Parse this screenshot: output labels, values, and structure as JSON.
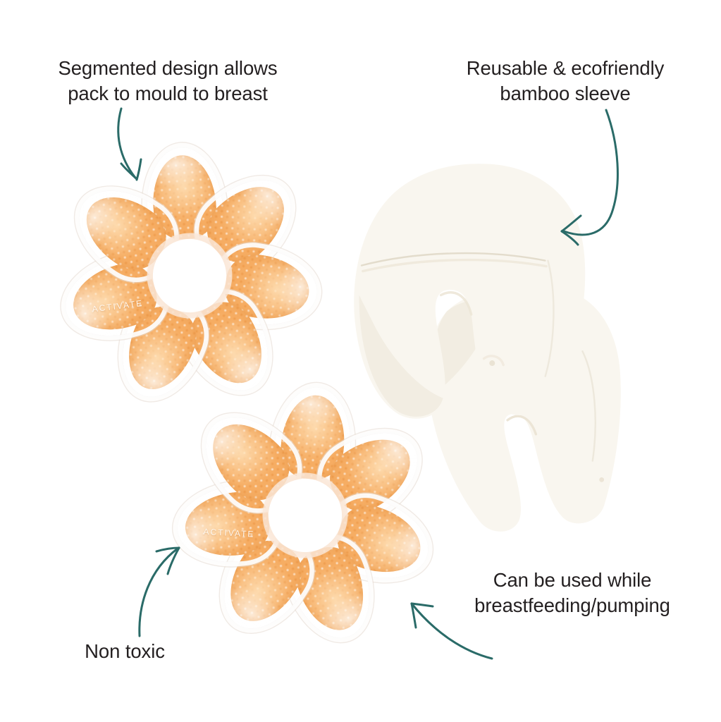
{
  "page": {
    "title": "Breast therapy gel pack feature infographic",
    "background_color": "#ffffff"
  },
  "theme": {
    "text_color": "#231f20",
    "arrow_color": "#2a6b68",
    "gel_color": "#f6ad63",
    "gel_highlight_color": "#ffe2ba",
    "sleeve_color": "#f9f6ef",
    "sleeve_shade_color": "#efeade"
  },
  "callouts": [
    {
      "id": "segmented",
      "text": "Segmented design allows\npack to mould to breast",
      "points_to": "gel-pack-upper"
    },
    {
      "id": "bamboo",
      "text": "Reusable & ecofriendly\nbamboo sleeve",
      "points_to": "bamboo-sleeve-upper"
    },
    {
      "id": "feeding",
      "text": "Can be used while\nbreastfeeding/pumping",
      "points_to": "gel-pack-lower"
    },
    {
      "id": "nontoxic",
      "text": "Non toxic",
      "points_to": "gel-pack-lower"
    }
  ],
  "arrows": [
    {
      "id": "arrow-segmented",
      "direction": "down-right",
      "target": "gel-pack-upper"
    },
    {
      "id": "arrow-bamboo",
      "direction": "down-left",
      "target": "bamboo-sleeve-upper"
    },
    {
      "id": "arrow-nontoxic",
      "direction": "up-right",
      "target": "gel-pack-lower"
    },
    {
      "id": "arrow-feeding",
      "direction": "up-left",
      "target": "gel-pack-lower"
    }
  ],
  "products": {
    "gel_packs": [
      {
        "id": "gel-pack-upper",
        "label": "ACTIVATE",
        "petal_count": 7,
        "shape": "flower"
      },
      {
        "id": "gel-pack-lower",
        "label": "ACTIVATE",
        "petal_count": 7,
        "shape": "flower"
      }
    ],
    "sleeves": [
      {
        "id": "bamboo-sleeve-upper",
        "shape": "horseshoe",
        "material": "bamboo"
      },
      {
        "id": "bamboo-sleeve-lower",
        "shape": "horseshoe",
        "material": "bamboo"
      }
    ]
  }
}
